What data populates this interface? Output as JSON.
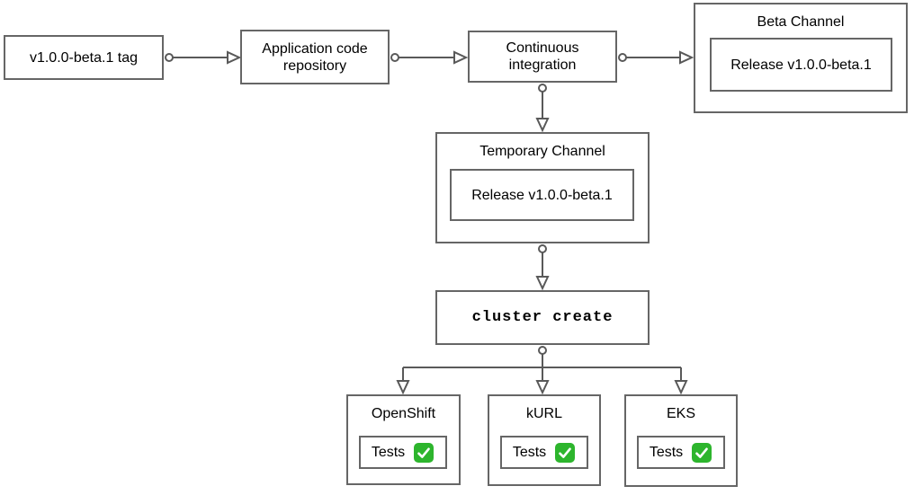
{
  "diagram": {
    "nodes": {
      "tag": {
        "label": "v1.0.0-beta.1 tag"
      },
      "repo": {
        "label": "Application code repository"
      },
      "ci": {
        "label": "Continuous integration"
      },
      "beta_channel": {
        "title": "Beta Channel",
        "release_label": "Release v1.0.0-beta.1"
      },
      "temporary_channel": {
        "title": "Temporary Channel",
        "release_label": "Release v1.0.0-beta.1"
      },
      "cluster_create": {
        "label": "cluster create"
      },
      "openshift": {
        "title": "OpenShift",
        "tests_label": "Tests",
        "tests_status": "passed"
      },
      "kurl": {
        "title": "kURL",
        "tests_label": "Tests",
        "tests_status": "passed"
      },
      "eks": {
        "title": "EKS",
        "tests_label": "Tests",
        "tests_status": "passed"
      }
    },
    "edges": [
      {
        "from": "tag",
        "to": "repo"
      },
      {
        "from": "repo",
        "to": "ci"
      },
      {
        "from": "ci",
        "to": "beta_channel"
      },
      {
        "from": "ci",
        "to": "temporary_channel"
      },
      {
        "from": "temporary_channel",
        "to": "cluster_create"
      },
      {
        "from": "cluster_create",
        "to": "openshift"
      },
      {
        "from": "cluster_create",
        "to": "kurl"
      },
      {
        "from": "cluster_create",
        "to": "eks"
      }
    ],
    "icons": {
      "tests_passed": "green-checkmark-icon"
    },
    "colors": {
      "stroke": "#595959",
      "box_border": "#666666",
      "text": "#000000",
      "background": "#ffffff",
      "check_green": "#2db52d",
      "check_mark": "#ffffff"
    }
  }
}
